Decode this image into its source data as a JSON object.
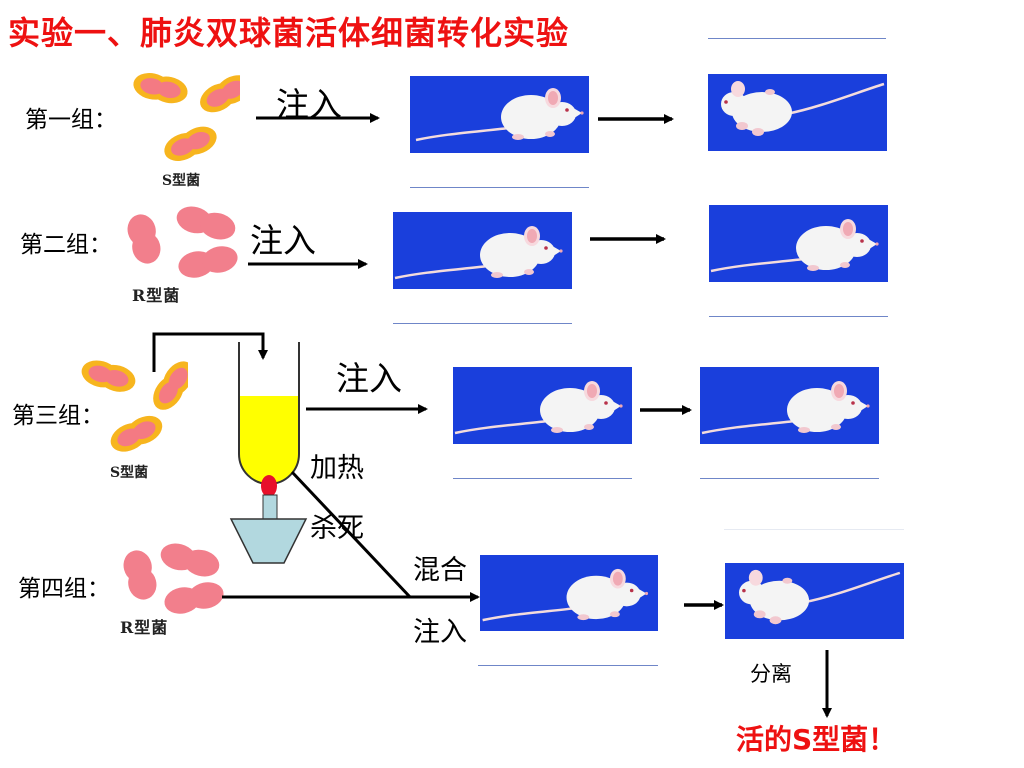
{
  "title": "实验一、肺炎双球菌活体细菌转化实验",
  "groups": {
    "g1": {
      "label": "第一组：",
      "bacteria": "S型菌",
      "action": "注入"
    },
    "g2": {
      "label": "第二组：",
      "bacteria": "R型菌",
      "action": "注入"
    },
    "g3": {
      "label": "第三组：",
      "bacteria": "S型菌",
      "action": "注入",
      "heat": "加热",
      "kill": "杀死"
    },
    "g4": {
      "label": "第四组：",
      "bacteria": "R型菌",
      "mix": "混合",
      "action": "注入"
    }
  },
  "separate": "分离",
  "result": "活的S型菌！",
  "colors": {
    "title": "#ee1111",
    "panel": "#1a3fdc",
    "s_outer": "#f7b51e",
    "s_inner": "#f47a83",
    "r_cell": "#f27f8c",
    "liquid": "#ffff00",
    "flame": "#e8102a",
    "burner": "#b2d8df",
    "underline": "#6f86c8"
  },
  "icons": [
    "s-bacteria-icon",
    "r-bacteria-icon",
    "mouse-alive-icon",
    "mouse-dead-icon",
    "test-tube-icon",
    "alcohol-lamp-icon",
    "arrow-icon"
  ]
}
